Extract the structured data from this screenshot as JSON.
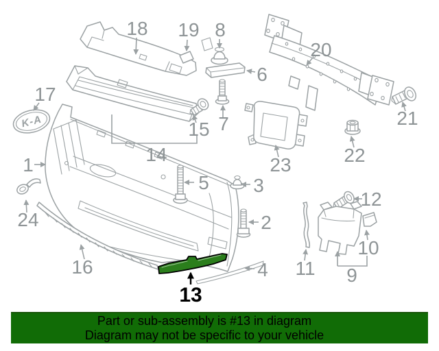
{
  "banner": {
    "line1": "Part or sub-assembly is #13 in diagram",
    "line2": "Diagram may not be specific to your vehicle",
    "background_color": "#116C06",
    "text_color": "#000000"
  },
  "highlight": {
    "part_number": "13",
    "fill_color": "#2B7E1C",
    "outline_color": "#000000"
  },
  "emblem": {
    "text": "K-A"
  },
  "colors": {
    "line_art": "#9BA1A3",
    "label_gray": "#8E9496",
    "background": "#FFFFFF"
  },
  "part_labels": {
    "p1": "1",
    "p2": "2",
    "p3": "3",
    "p4": "4",
    "p5": "5",
    "p6": "6",
    "p7": "7",
    "p8": "8",
    "p9": "9",
    "p10": "10",
    "p11": "11",
    "p12": "12",
    "p13": "13",
    "p14": "14",
    "p15": "15",
    "p16": "16",
    "p17": "17",
    "p18": "18",
    "p19": "19",
    "p20": "20",
    "p21": "21",
    "p22": "22",
    "p23": "23",
    "p24": "24"
  }
}
